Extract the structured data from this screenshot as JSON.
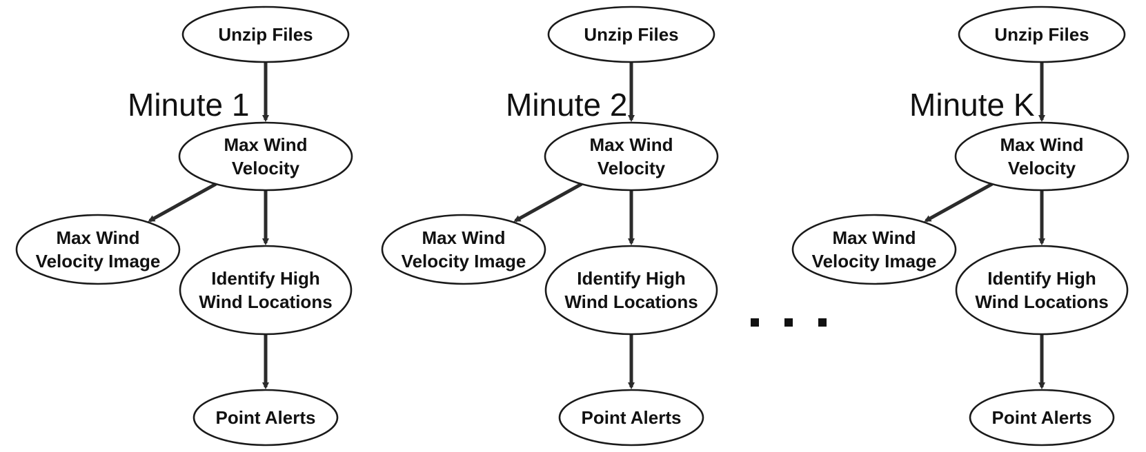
{
  "colors": {
    "stroke": "#1a1a1a",
    "edge": "#2b2b2b",
    "text": "#111111",
    "background": "#ffffff"
  },
  "pipelines": [
    {
      "label": "Minute 1",
      "nodes": {
        "unzip": [
          "Unzip Files"
        ],
        "max_wind": [
          "Max Wind",
          "Velocity"
        ],
        "image": [
          "Max Wind",
          "Velocity Image"
        ],
        "identify": [
          "Identify High",
          "Wind Locations"
        ],
        "alerts": [
          "Point Alerts"
        ]
      }
    },
    {
      "label": "Minute 2",
      "nodes": {
        "unzip": [
          "Unzip Files"
        ],
        "max_wind": [
          "Max Wind",
          "Velocity"
        ],
        "image": [
          "Max Wind",
          "Velocity Image"
        ],
        "identify": [
          "Identify High",
          "Wind Locations"
        ],
        "alerts": [
          "Point Alerts"
        ]
      }
    },
    {
      "label": "Minute K",
      "nodes": {
        "unzip": [
          "Unzip Files"
        ],
        "max_wind": [
          "Max Wind",
          "Velocity"
        ],
        "image": [
          "Max Wind",
          "Velocity Image"
        ],
        "identify": [
          "Identify High",
          "Wind Locations"
        ],
        "alerts": [
          "Point Alerts"
        ]
      }
    }
  ],
  "edges": [
    [
      "unzip",
      "max_wind"
    ],
    [
      "max_wind",
      "image"
    ],
    [
      "max_wind",
      "identify"
    ],
    [
      "identify",
      "alerts"
    ]
  ],
  "ellipsis": "..."
}
